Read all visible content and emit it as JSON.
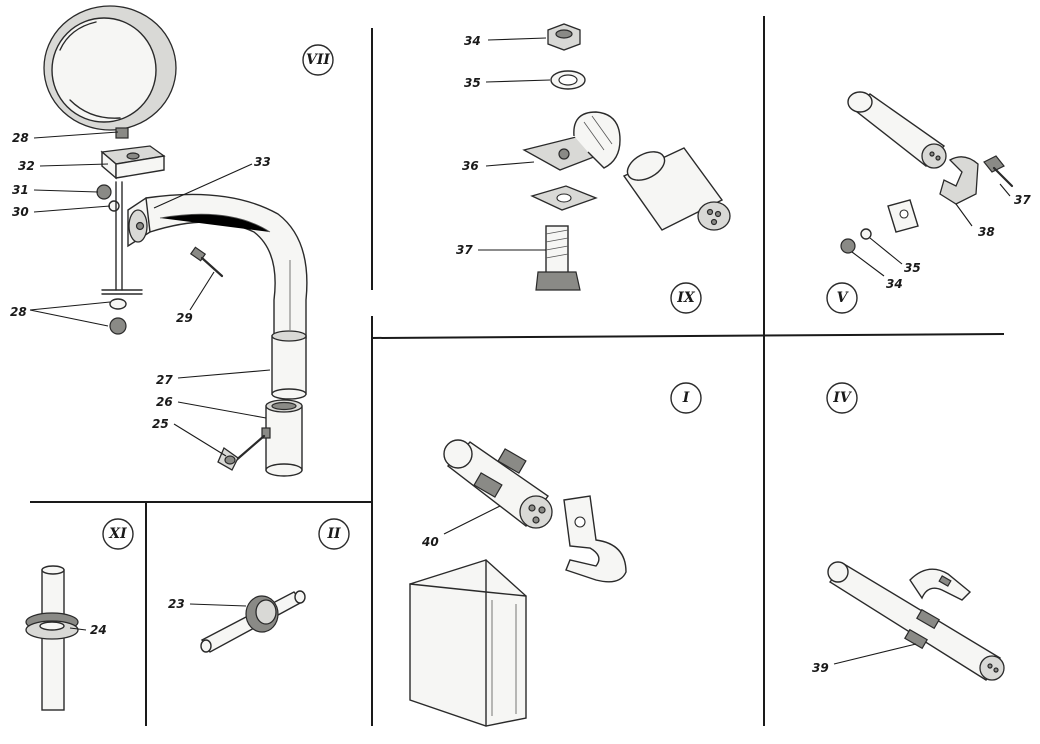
{
  "sections": {
    "vii": "VII",
    "ix": "IX",
    "v": "V",
    "i": "I",
    "iv": "IV",
    "xi": "XI",
    "ii": "II"
  },
  "callouts": {
    "n28_top": "28",
    "n32": "32",
    "n31": "31",
    "n30": "30",
    "n33": "33",
    "n28_bottom": "28",
    "n29": "29",
    "n27": "27",
    "n26": "26",
    "n25": "25",
    "n34_ix": "34",
    "n35_ix": "35",
    "n36": "36",
    "n37_ix": "37",
    "n37_v": "37",
    "n38": "38",
    "n35_v": "35",
    "n34_v": "34",
    "n40": "40",
    "n39": "39",
    "n24": "24",
    "n23": "23"
  }
}
